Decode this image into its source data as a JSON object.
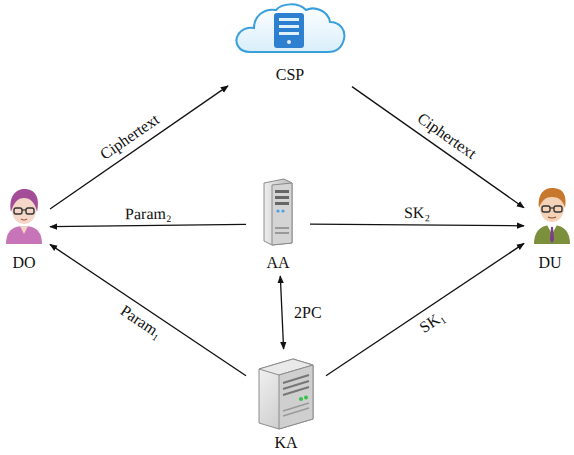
{
  "diagram": {
    "nodes": [
      {
        "text": [
          "CSP"
        ]
      },
      {
        "text": [
          "DO"
        ]
      },
      {
        "text": [
          "AA"
        ]
      },
      {
        "text": [
          "DU"
        ]
      },
      {
        "text": [
          "KA"
        ]
      }
    ],
    "edges": [
      {
        "from": 1,
        "to": 0,
        "label": "Ciphertext",
        "arrow": "to"
      },
      {
        "from": 0,
        "to": 3,
        "label": "Ciphertext",
        "arrow": "to"
      },
      {
        "from": 2,
        "to": 1,
        "label": "Param₂",
        "arrow": "to"
      },
      {
        "from": 2,
        "to": 3,
        "label": "SK₂",
        "arrow": "to"
      },
      {
        "from": 2,
        "to": 4,
        "label": "2PC",
        "arrow": "both"
      },
      {
        "from": 4,
        "to": 1,
        "label": "Param₁",
        "arrow": "to"
      },
      {
        "from": 4,
        "to": 3,
        "label": "SK₁",
        "arrow": "to"
      }
    ]
  }
}
